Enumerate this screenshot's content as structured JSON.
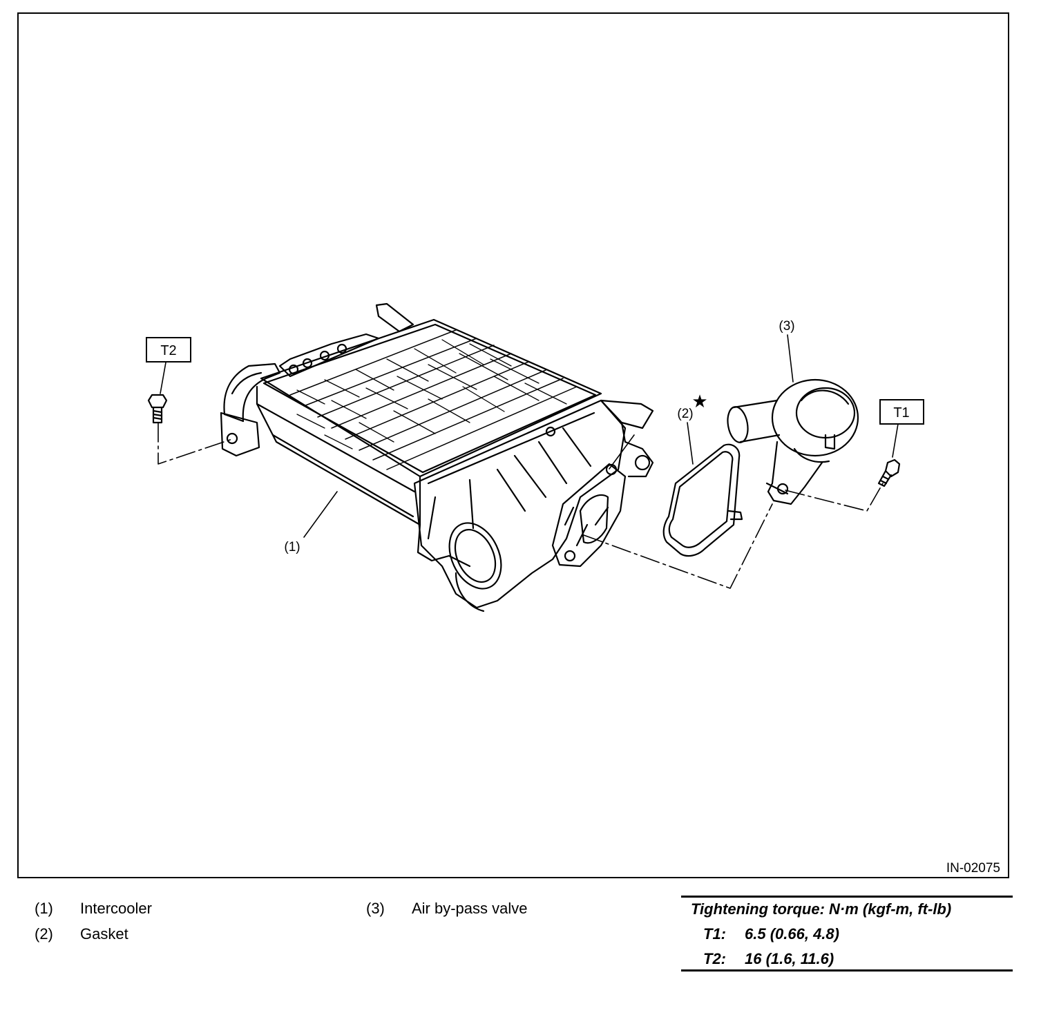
{
  "figure": {
    "code": "IN-02075",
    "callouts": {
      "intercooler": "(1)",
      "gasket": "(2)",
      "bypass_valve": "(3)",
      "t1": "T1",
      "t2": "T2",
      "star": "★"
    }
  },
  "legend": [
    {
      "num": "(1)",
      "label": "Intercooler"
    },
    {
      "num": "(2)",
      "label": "Gasket"
    },
    {
      "num": "(3)",
      "label": "Air by-pass valve"
    }
  ],
  "torque": {
    "title": "Tightening torque: N·m (kgf-m, ft-lb)",
    "rows": [
      {
        "label": "T1:",
        "value": "6.5 (0.66, 4.8)"
      },
      {
        "label": "T2:",
        "value": "16 (1.6, 11.6)"
      }
    ]
  }
}
